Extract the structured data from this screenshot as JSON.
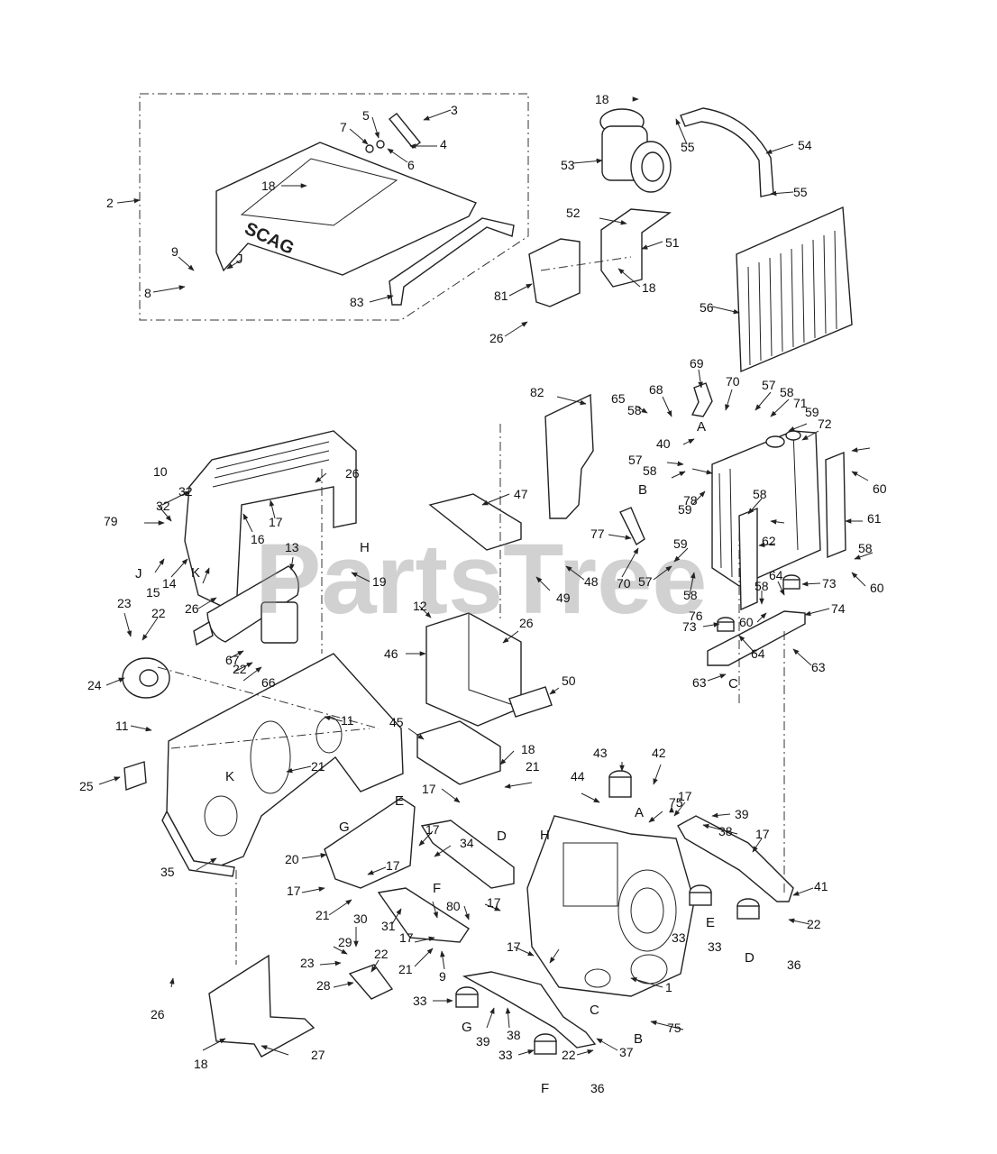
{
  "watermark": "PartsTree",
  "brand_logo": "SCAG",
  "parts": [
    {
      "n": "1"
    },
    {
      "n": "2"
    },
    {
      "n": "3"
    },
    {
      "n": "4"
    },
    {
      "n": "5"
    },
    {
      "n": "6"
    },
    {
      "n": "7"
    },
    {
      "n": "8"
    },
    {
      "n": "9"
    },
    {
      "n": "10"
    },
    {
      "n": "11"
    },
    {
      "n": "12"
    },
    {
      "n": "13"
    },
    {
      "n": "14"
    },
    {
      "n": "15"
    },
    {
      "n": "16"
    },
    {
      "n": "17"
    },
    {
      "n": "18"
    },
    {
      "n": "19"
    },
    {
      "n": "20"
    },
    {
      "n": "21"
    },
    {
      "n": "22"
    },
    {
      "n": "23"
    },
    {
      "n": "24"
    },
    {
      "n": "25"
    },
    {
      "n": "26"
    },
    {
      "n": "27"
    },
    {
      "n": "28"
    },
    {
      "n": "29"
    },
    {
      "n": "30"
    },
    {
      "n": "31"
    },
    {
      "n": "32"
    },
    {
      "n": "33"
    },
    {
      "n": "34"
    },
    {
      "n": "35"
    },
    {
      "n": "36"
    },
    {
      "n": "37"
    },
    {
      "n": "38"
    },
    {
      "n": "39"
    },
    {
      "n": "40"
    },
    {
      "n": "41"
    },
    {
      "n": "42"
    },
    {
      "n": "43"
    },
    {
      "n": "44"
    },
    {
      "n": "45"
    },
    {
      "n": "46"
    },
    {
      "n": "47"
    },
    {
      "n": "48"
    },
    {
      "n": "49"
    },
    {
      "n": "50"
    },
    {
      "n": "51"
    },
    {
      "n": "52"
    },
    {
      "n": "53"
    },
    {
      "n": "54"
    },
    {
      "n": "55"
    },
    {
      "n": "56"
    },
    {
      "n": "57"
    },
    {
      "n": "58"
    },
    {
      "n": "59"
    },
    {
      "n": "60"
    },
    {
      "n": "61"
    },
    {
      "n": "62"
    },
    {
      "n": "63"
    },
    {
      "n": "64"
    },
    {
      "n": "65"
    },
    {
      "n": "66"
    },
    {
      "n": "67"
    },
    {
      "n": "68"
    },
    {
      "n": "69"
    },
    {
      "n": "70"
    },
    {
      "n": "71"
    },
    {
      "n": "72"
    },
    {
      "n": "73"
    },
    {
      "n": "74"
    },
    {
      "n": "75"
    },
    {
      "n": "76"
    },
    {
      "n": "77"
    },
    {
      "n": "78"
    },
    {
      "n": "79"
    },
    {
      "n": "80"
    },
    {
      "n": "81"
    },
    {
      "n": "82"
    },
    {
      "n": "83"
    }
  ],
  "connection_letters": [
    "A",
    "B",
    "C",
    "D",
    "E",
    "F",
    "G",
    "H",
    "J",
    "K"
  ]
}
